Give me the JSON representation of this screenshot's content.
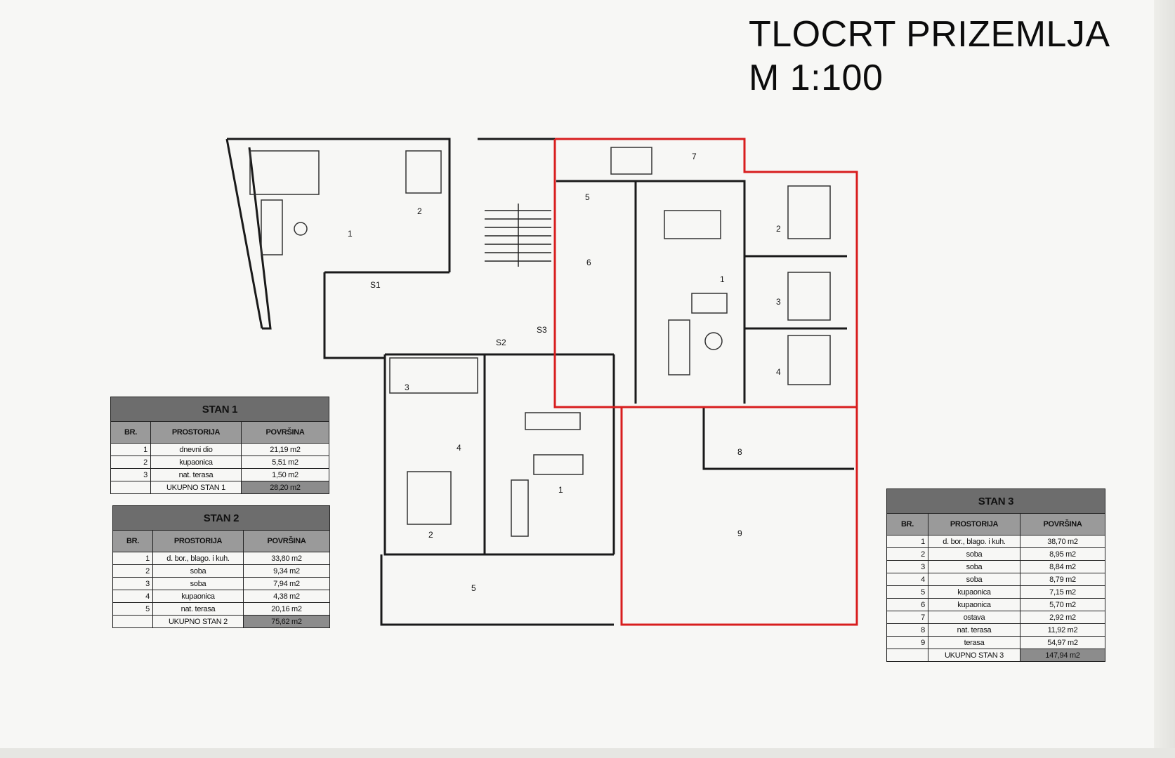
{
  "title": {
    "line1": "TLOCRT PRIZEMLJA",
    "line2": "M 1:100"
  },
  "plan_labels": {
    "s1": "S1",
    "s2": "S2",
    "s3": "S3",
    "stan1_rooms": [
      "1",
      "2"
    ],
    "stan2_rooms": [
      "1",
      "2",
      "3",
      "4",
      "5"
    ],
    "stan3_rooms": [
      "1",
      "2",
      "3",
      "4",
      "5",
      "6",
      "7",
      "8",
      "9"
    ],
    "highlight_color": "#d81e1e"
  },
  "tables": {
    "stan1": {
      "title": "STAN 1",
      "columns": [
        "BR.",
        "PROSTORIJA",
        "POVRŠINA"
      ],
      "rows": [
        {
          "br": "1",
          "name": "dnevni dio",
          "area": "21,19 m2"
        },
        {
          "br": "2",
          "name": "kupaonica",
          "area": "5,51 m2"
        },
        {
          "br": "3",
          "name": "nat. terasa",
          "area": "1,50 m2"
        }
      ],
      "total_label": "UKUPNO STAN 1",
      "total_area": "28,20 m2"
    },
    "stan2": {
      "title": "STAN 2",
      "columns": [
        "BR.",
        "PROSTORIJA",
        "POVRŠINA"
      ],
      "rows": [
        {
          "br": "1",
          "name": "d. bor., blago. i kuh.",
          "area": "33,80 m2"
        },
        {
          "br": "2",
          "name": "soba",
          "area": "9,34 m2"
        },
        {
          "br": "3",
          "name": "soba",
          "area": "7,94 m2"
        },
        {
          "br": "4",
          "name": "kupaonica",
          "area": "4,38 m2"
        },
        {
          "br": "5",
          "name": "nat. terasa",
          "area": "20,16 m2"
        }
      ],
      "total_label": "UKUPNO STAN 2",
      "total_area": "75,62 m2"
    },
    "stan3": {
      "title": "STAN 3",
      "columns": [
        "BR.",
        "PROSTORIJA",
        "POVRŠINA"
      ],
      "rows": [
        {
          "br": "1",
          "name": "d. bor., blago. i kuh.",
          "area": "38,70 m2"
        },
        {
          "br": "2",
          "name": "soba",
          "area": "8,95 m2"
        },
        {
          "br": "3",
          "name": "soba",
          "area": "8,84 m2"
        },
        {
          "br": "4",
          "name": "soba",
          "area": "8,79 m2"
        },
        {
          "br": "5",
          "name": "kupaonica",
          "area": "7,15 m2"
        },
        {
          "br": "6",
          "name": "kupaonica",
          "area": "5,70 m2"
        },
        {
          "br": "7",
          "name": "ostava",
          "area": "2,92 m2"
        },
        {
          "br": "8",
          "name": "nat. terasa",
          "area": "11,92 m2"
        },
        {
          "br": "9",
          "name": "terasa",
          "area": "54,97 m2"
        }
      ],
      "total_label": "UKUPNO STAN 3",
      "total_area": "147,94 m2"
    }
  }
}
